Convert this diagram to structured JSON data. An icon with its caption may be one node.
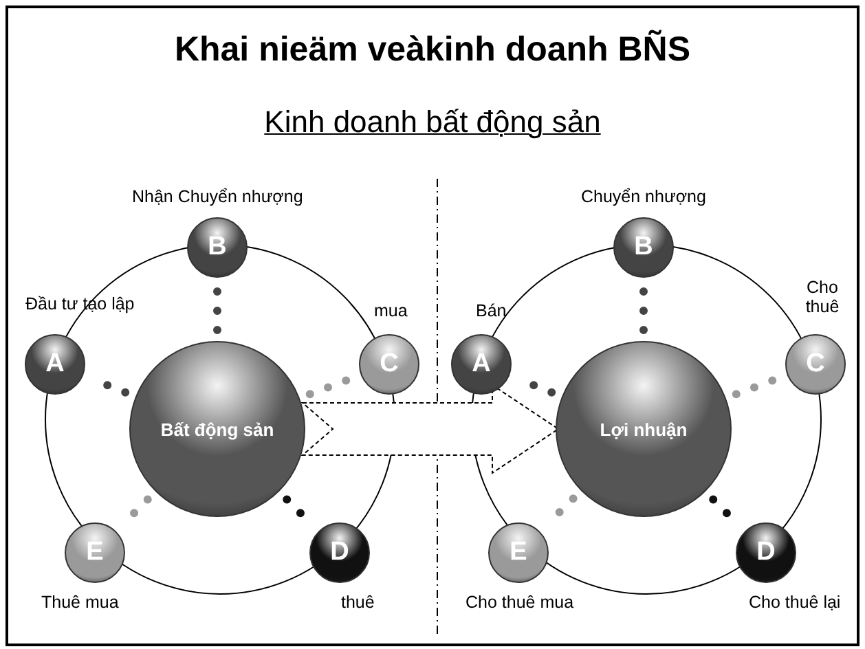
{
  "diagram": {
    "title": "Khai nieäm veàkinh doanh BÑS",
    "caption": "Kinh doanh bất động sản",
    "nodes": [
      {
        "text": [
          "Bất động sản"
        ]
      },
      {
        "text": [
          "B"
        ],
        "beside": [
          "Nhận Chuyển nhượng"
        ]
      },
      {
        "text": [
          "A"
        ],
        "beside": [
          "Đầu tư tạo lập"
        ]
      },
      {
        "text": [
          "C"
        ],
        "beside": [
          "mua"
        ]
      },
      {
        "text": [
          "D"
        ],
        "beside": [
          "thuê"
        ]
      },
      {
        "text": [
          "E"
        ],
        "beside": [
          "Thuê mua"
        ]
      },
      {
        "text": [
          "Lợi nhuận"
        ]
      },
      {
        "text": [
          "B"
        ],
        "beside": [
          "Chuyển nhượng"
        ]
      },
      {
        "text": [
          "A"
        ],
        "beside": [
          "Bán"
        ]
      },
      {
        "text": [
          "C"
        ],
        "beside": [
          "Cho thuê"
        ]
      },
      {
        "text": [
          "D"
        ],
        "beside": [
          "Cho thuê lại"
        ]
      },
      {
        "text": [
          "E"
        ],
        "beside": [
          "Cho thuê mua"
        ]
      }
    ],
    "edges": [
      {
        "from": 0,
        "to": 1,
        "arrow": "none"
      },
      {
        "from": 0,
        "to": 2,
        "arrow": "none"
      },
      {
        "from": 0,
        "to": 3,
        "arrow": "none"
      },
      {
        "from": 0,
        "to": 4,
        "arrow": "none"
      },
      {
        "from": 0,
        "to": 5,
        "arrow": "none"
      },
      {
        "from": 6,
        "to": 7,
        "arrow": "none"
      },
      {
        "from": 6,
        "to": 8,
        "arrow": "none"
      },
      {
        "from": 6,
        "to": 9,
        "arrow": "none"
      },
      {
        "from": 6,
        "to": 10,
        "arrow": "none"
      },
      {
        "from": 6,
        "to": 11,
        "arrow": "none"
      },
      {
        "from": 0,
        "to": 6,
        "arrow": "to",
        "style": "dashed"
      }
    ]
  }
}
